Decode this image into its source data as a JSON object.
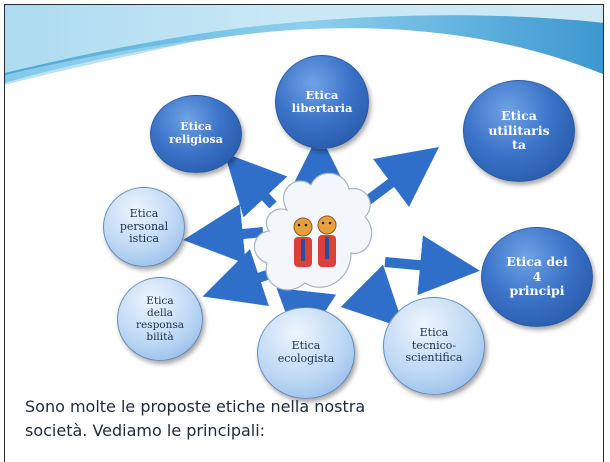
{
  "diagram": {
    "center": {
      "label": "",
      "icon": "people-cloud-icon"
    },
    "nodes": [
      {
        "id": "libertaria",
        "label": "Etica\nlibertaria",
        "style": "dark"
      },
      {
        "id": "religiosa",
        "label": "Etica\nreligiosa",
        "style": "dark"
      },
      {
        "id": "utilitarista",
        "label": "Etica\nutilitaris\nta",
        "style": "dark"
      },
      {
        "id": "personalistica",
        "label": "Etica\npersonal\nistica",
        "style": "light"
      },
      {
        "id": "quattro-principi",
        "label": "Etica dei\n4\nprincipi",
        "style": "dark"
      },
      {
        "id": "responsabilita",
        "label": "Etica\ndella\nresponsa\nbilità",
        "style": "light"
      },
      {
        "id": "ecologista",
        "label": "Etica\necologista",
        "style": "light"
      },
      {
        "id": "tecnico-scientifica",
        "label": "Etica\ntecnico-\nscientifica",
        "style": "light"
      }
    ],
    "colors": {
      "arrow": "#2f6fc9",
      "dark_bubble": "#2a62b8",
      "light_bubble": "#bcd7f4"
    }
  },
  "caption": {
    "line1": "Sono molte le proposte etiche nella nostra",
    "line2": "società. Vediamo le principali:"
  }
}
